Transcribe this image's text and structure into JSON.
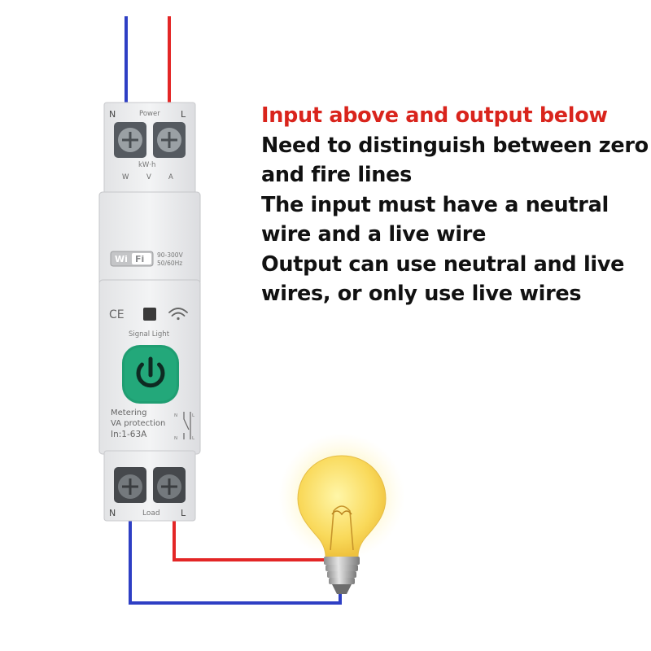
{
  "description": {
    "headline": "Input above and output below",
    "lines": [
      "Need to distinguish between zero",
      "and fire lines",
      "The input must have a neutral",
      "wire and a live wire",
      "Output can use neutral and live",
      "wires, or only use live wires"
    ]
  },
  "device": {
    "top_terminals": {
      "left": "N",
      "center": "Power",
      "right": "L"
    },
    "meter_unit": "kW·h",
    "meter_letters": [
      "W",
      "V",
      "A"
    ],
    "wifi_badge": {
      "wi": "Wi",
      "fi": "Fi"
    },
    "voltage_rating": "90-300V",
    "frequency_rating": "50/60Hz",
    "ce_mark": "CE",
    "signal_light_label": "Signal Light",
    "feature_lines": [
      "Metering",
      "VA protection",
      "In:1-63A"
    ],
    "schematic_letters": [
      "N",
      "L",
      "N",
      "L"
    ],
    "bottom_terminals": {
      "left": "N",
      "center": "Load",
      "right": "L"
    }
  },
  "colors": {
    "live_wire": "#e32626",
    "neutral_wire": "#2e3fc4",
    "power_button": "#1f9e72",
    "headline_text": "#d9241c"
  },
  "icons": [
    "power-icon",
    "wifi-icon",
    "light-bulb-icon",
    "screw-terminal-icon"
  ]
}
